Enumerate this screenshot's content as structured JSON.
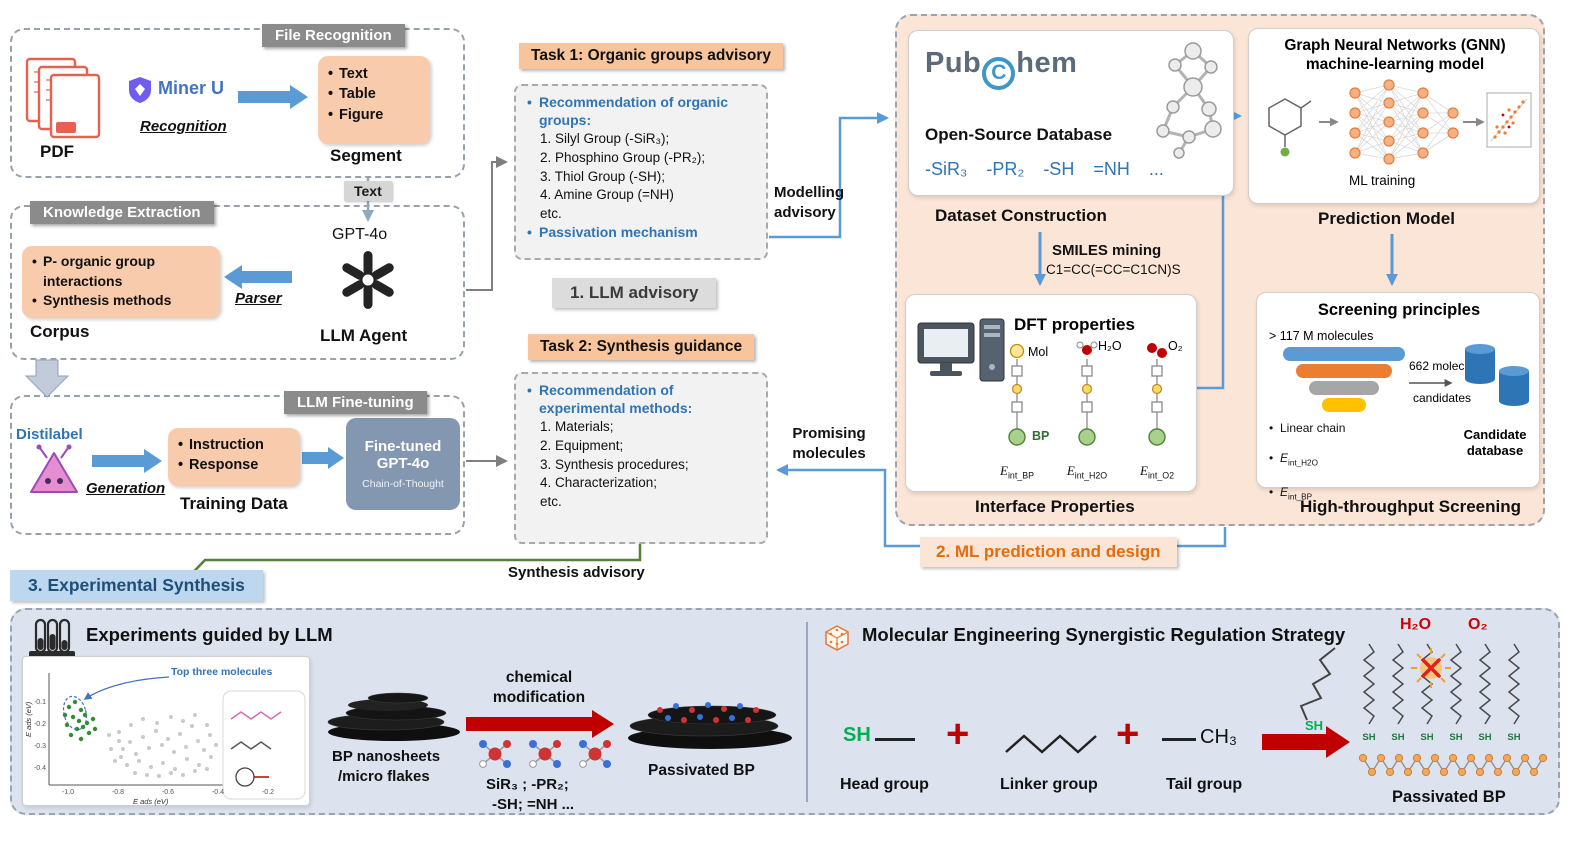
{
  "left": {
    "file_recognition": {
      "title": "File Recognition",
      "pdf_label": "PDF",
      "miner_u": "Miner U",
      "recognition": "Recognition",
      "segment_items": [
        "Text",
        "Table",
        "Figure"
      ],
      "segment_label": "Segment"
    },
    "text_arrow_label": "Text",
    "knowledge_extraction": {
      "title": "Knowledge Extraction",
      "corpus_items": [
        "P- organic group interactions",
        "Synthesis methods"
      ],
      "corpus_label": "Corpus",
      "parser": "Parser",
      "gpt_label": "GPT-4o",
      "llm_agent": "LLM Agent"
    },
    "fine_tuning": {
      "title": "LLM Fine-tuning",
      "distilabel": "Distilabel",
      "generation": "Generation",
      "training_items": [
        "Instruction",
        "Response"
      ],
      "training_label": "Training Data",
      "finetuned_line1": "Fine-tuned",
      "finetuned_line2": "GPT-4o",
      "finetuned_sub": "Chain-of-Thought"
    }
  },
  "middle": {
    "task1_badge": "Task 1: Organic groups advisory",
    "task1_heading": "Recommendation of organic groups:",
    "task1_items": [
      "1. Silyl Group (-SiR₃);",
      "2. Phosphino Group (-PR₂);",
      "3. Thiol Group (-SH);",
      "4. Amine Group (=NH)",
      "etc."
    ],
    "task1_bullet2": "Passivation mechanism",
    "llm_advisory": "1. LLM advisory",
    "task2_badge": "Task 2: Synthesis guidance",
    "task2_heading": "Recommendation of experimental methods:",
    "task2_items": [
      "1. Materials;",
      "2. Equipment;",
      "3. Synthesis procedures;",
      "4. Characterization;",
      "etc."
    ],
    "modelling_advisory": "Modelling advisory",
    "promising_molecules": "Promising molecules",
    "synthesis_advisory": "Synthesis advisory"
  },
  "ml": {
    "pubchem": {
      "pub": "Pub",
      "c": "C",
      "hem": "hem",
      "subtitle": "Open-Source Database",
      "groups": "-SiR₃ -PR₂ -SH =NH ..."
    },
    "dataset_label": "Dataset Construction",
    "smiles_title": "SMILES mining",
    "smiles_code": "C1=CC(=CC=C1CN)S",
    "dft": {
      "title": "DFT properties",
      "mol_label": "Mol",
      "h2o_label": "H₂O",
      "o2_label": "O₂",
      "bp_label": "BP",
      "e_symbol": "E",
      "e_bp_sub": "int_BP",
      "e_h2o_sub": "int_H2O",
      "e_o2_sub": "int_O2"
    },
    "interface_label": "Interface Properties",
    "gnn": {
      "title_line1": "Graph Neural Networks (GNN)",
      "title_line2": "machine-learning model",
      "ml_training": "ML training"
    },
    "prediction_label": "Prediction Model",
    "screening": {
      "title": "Screening principles",
      "molecule_count": "> 117 M molecules",
      "result_count": "662 molecules",
      "candidates": "candidates",
      "bullet1": "Linear chain",
      "e_symbol": "E",
      "bullet2_sub": "int_H2O",
      "bullet3_sub": "int_BP",
      "candidate_db": "Candidate database"
    },
    "screening_label": "High-throughput Screening",
    "section_badge": "2. ML prediction and design"
  },
  "bottom": {
    "section_badge": "3. Experimental Synthesis",
    "experiments_title": "Experiments guided by LLM",
    "scatter": {
      "annotation": "Top three molecules",
      "x_ticks": [
        "-1.0",
        "-0.8",
        "-0.6",
        "-0.4",
        "-0.2"
      ],
      "y_ticks": [
        "-0.1",
        "-0.2",
        "-0.3",
        "-0.4"
      ],
      "x_label": "E ads (eV)",
      "y_label": "E ads (eV)"
    },
    "bp_label_line1": "BP nanosheets",
    "bp_label_line2": "/micro flakes",
    "chem_mod": "chemical modification",
    "groups_line1": "SiR₃ ; -PR₂;",
    "groups_line2": "-SH; =NH ...",
    "passivated_label": "Passivated BP",
    "strategy": {
      "title": "Molecular Engineering Synergistic Regulation Strategy",
      "sh": "SH",
      "head_label": "Head group",
      "plus": "+",
      "linker_label": "Linker group",
      "tail_symbol": "CH₃",
      "tail_label": "Tail group",
      "h2o": "H₂O",
      "o2": "O₂",
      "passivated_label": "Passivated BP"
    }
  }
}
